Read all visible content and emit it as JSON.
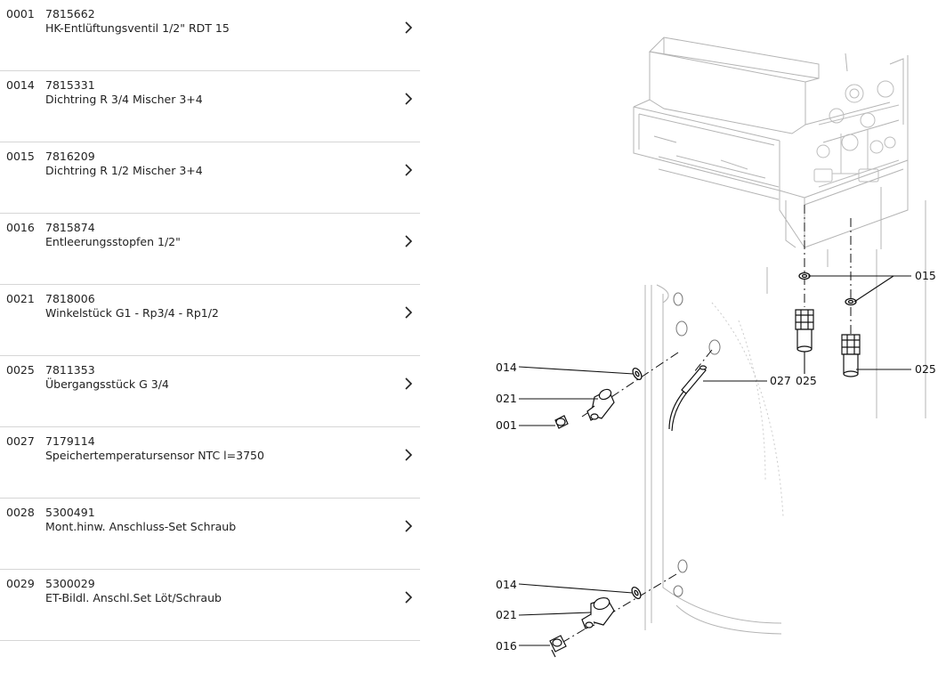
{
  "parts": [
    {
      "pos": "0001",
      "number": "7815662",
      "description": "HK-Entlüftungsventil 1/2\" RDT 15"
    },
    {
      "pos": "0014",
      "number": "7815331",
      "description": "Dichtring R 3/4 Mischer 3+4"
    },
    {
      "pos": "0015",
      "number": "7816209",
      "description": "Dichtring R 1/2 Mischer 3+4"
    },
    {
      "pos": "0016",
      "number": "7815874",
      "description": "Entleerungsstopfen 1/2\""
    },
    {
      "pos": "0021",
      "number": "7818006",
      "description": "Winkelstück G1 - Rp3/4 - Rp1/2"
    },
    {
      "pos": "0025",
      "number": "7811353",
      "description": "Übergangsstück G 3/4"
    },
    {
      "pos": "0027",
      "number": "7179114",
      "description": "Speichertemperatursensor NTC l=3750"
    },
    {
      "pos": "0028",
      "number": "5300491",
      "description": "Mont.hinw. Anschluss-Set Schraub"
    },
    {
      "pos": "0029",
      "number": "5300029",
      "description": "ET-Bildl. Anschl.Set Löt/Schraub"
    }
  ],
  "diagram": {
    "callouts": {
      "c015": "015",
      "c025_right": "025",
      "c027": "027",
      "c025_mid": "025",
      "c014_top": "014",
      "c021_top": "021",
      "c001": "001",
      "c014_bottom": "014",
      "c021_bottom": "021",
      "c016": "016"
    }
  }
}
